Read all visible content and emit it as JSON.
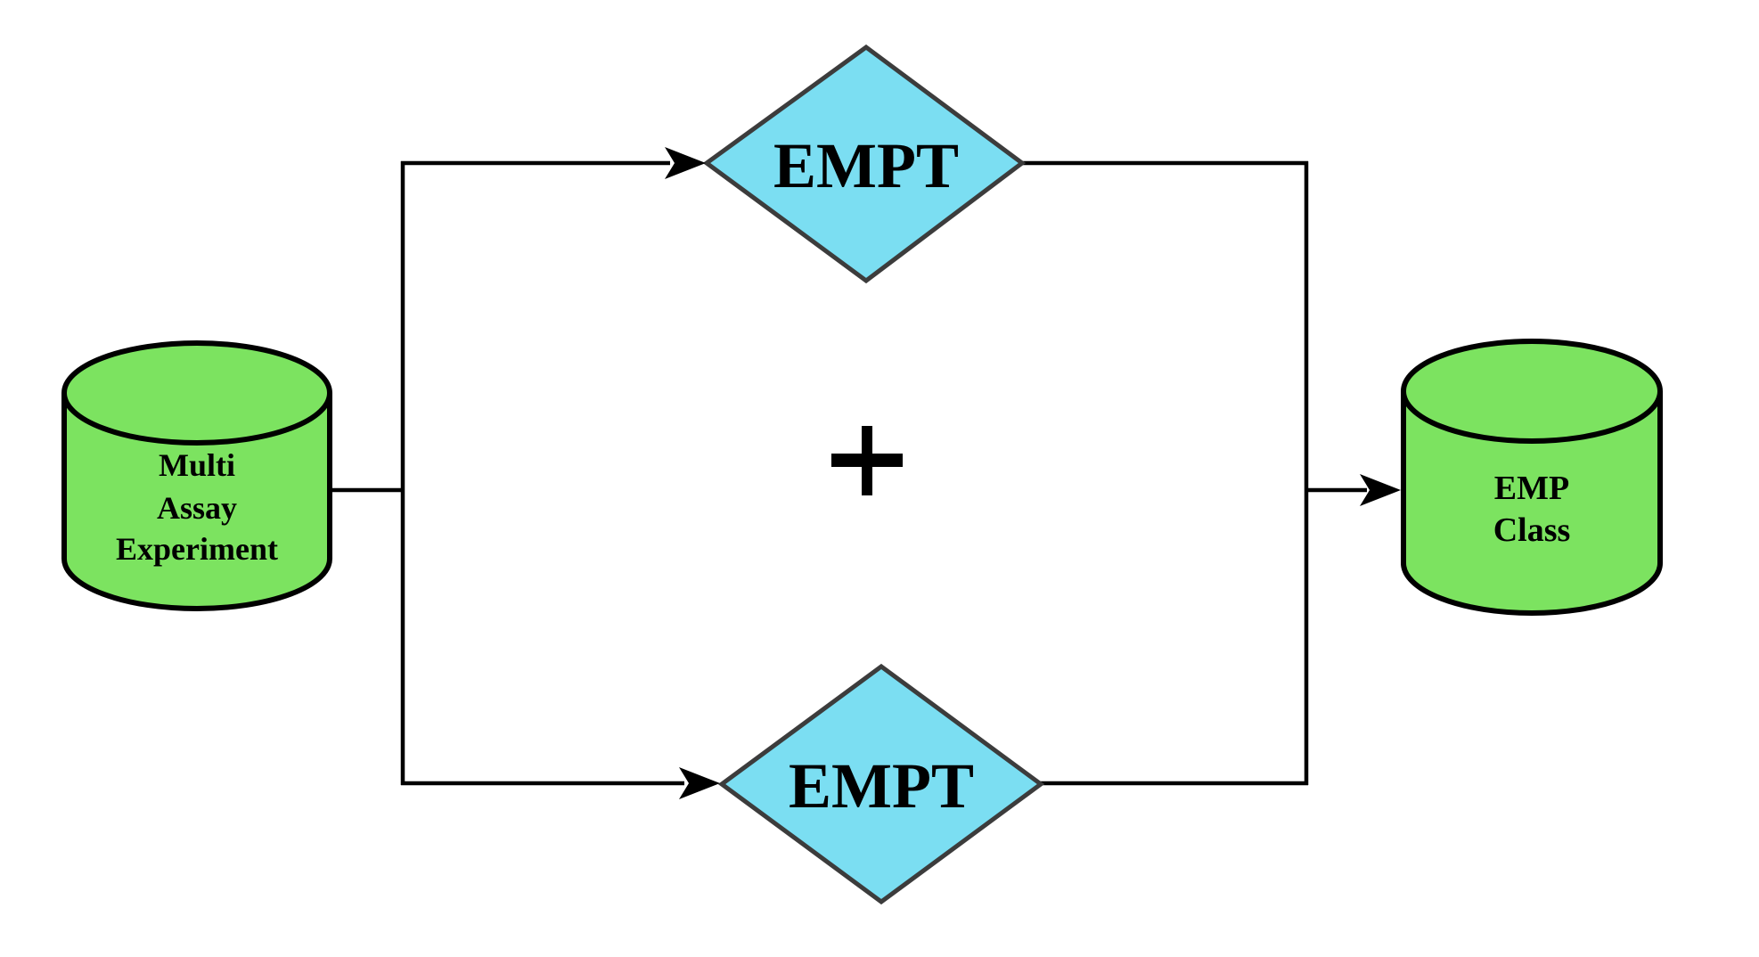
{
  "diagram": {
    "background": "#ffffff",
    "colors": {
      "db_fill": "#7ce360",
      "db_stroke": "#000000",
      "diamond_fill": "#7bdef2",
      "diamond_stroke": "#3c3c3c",
      "edge_color": "#000000",
      "text_color": "#000000"
    },
    "nodes": {
      "source_db": {
        "shape": "cylinder",
        "lines": [
          "Multi",
          "Assay",
          "Experiment"
        ],
        "fill": "#7ce360"
      },
      "transform_top": {
        "shape": "diamond",
        "label": "EMPT",
        "fill": "#7bdef2"
      },
      "transform_bottom": {
        "shape": "diamond",
        "label": "EMPT",
        "fill": "#7bdef2"
      },
      "combine": {
        "icon": "plus-icon",
        "symbol": "+"
      },
      "output_db": {
        "shape": "cylinder",
        "lines": [
          "EMP",
          "Class"
        ],
        "fill": "#7ce360"
      }
    },
    "edges": [
      {
        "from": "source_db",
        "to": "transform_top",
        "arrow": true
      },
      {
        "from": "source_db",
        "to": "transform_bottom",
        "arrow": true
      },
      {
        "from": "transform_top",
        "to": "output_db",
        "arrow": true
      },
      {
        "from": "transform_bottom",
        "to": "output_db",
        "arrow": true
      }
    ]
  }
}
